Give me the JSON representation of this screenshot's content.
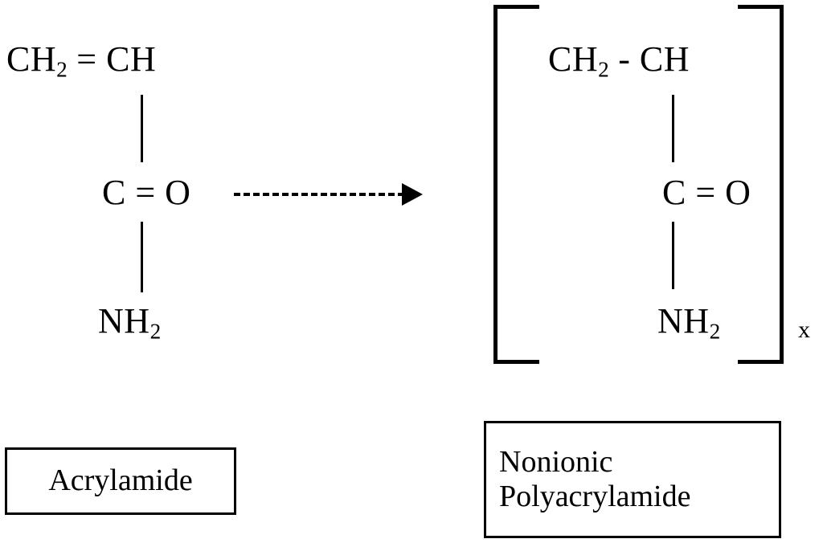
{
  "diagram": {
    "title": "Acrylamide polymerization to nonionic polyacrylamide",
    "background_color": "#ffffff",
    "stroke_color": "#000000"
  },
  "reactant": {
    "name": "acrylamide-structure",
    "groups": {
      "vinyl": {
        "prefix": "CH",
        "sub": "2",
        "bond_symbol": " = ",
        "suffix": "CH"
      },
      "carbonyl": "C = O",
      "amide": {
        "prefix": "NH",
        "sub": "2"
      }
    },
    "label": "Acrylamide"
  },
  "arrow": {
    "name": "reaction-arrow",
    "style": "dashed",
    "direction": "right",
    "label": ""
  },
  "product": {
    "name": "polyacrylamide-structure",
    "groups": {
      "backbone": {
        "prefix": "CH",
        "sub": "2",
        "bond_symbol": " - ",
        "suffix": "CH"
      },
      "carbonyl": "C = O",
      "amide": {
        "prefix": "NH",
        "sub": "2"
      }
    },
    "repeat_subscript": "x",
    "label_lines": [
      "Nonionic",
      "Polyacrylamide"
    ]
  }
}
